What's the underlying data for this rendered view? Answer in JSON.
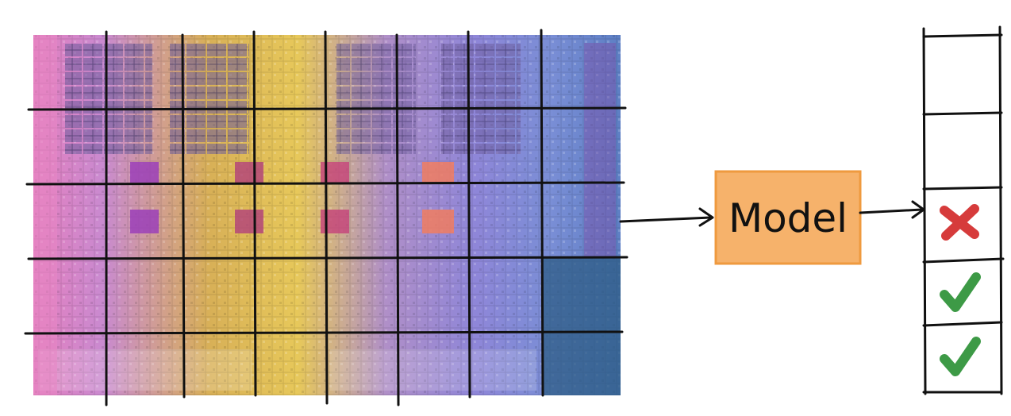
{
  "model_box": {
    "label": "Model",
    "fill": "#f6b26b",
    "stroke": "#ef9a3f"
  },
  "chip_image": {
    "description_icon": "chip-die-icon",
    "palette": [
      "#e37ab8",
      "#a970c8",
      "#d6b24a",
      "#e8c857",
      "#8e7fd6",
      "#6a8fd8",
      "#2e5c86",
      "#c85fa8"
    ]
  },
  "results": {
    "cells": [
      {
        "status": "empty"
      },
      {
        "status": "empty"
      },
      {
        "status": "rejected",
        "icon": "cross-icon",
        "color": "#d63b3b"
      },
      {
        "status": "accepted",
        "icon": "check-icon",
        "color": "#3d9a46"
      },
      {
        "status": "accepted",
        "icon": "check-icon",
        "color": "#3d9a46"
      }
    ]
  }
}
